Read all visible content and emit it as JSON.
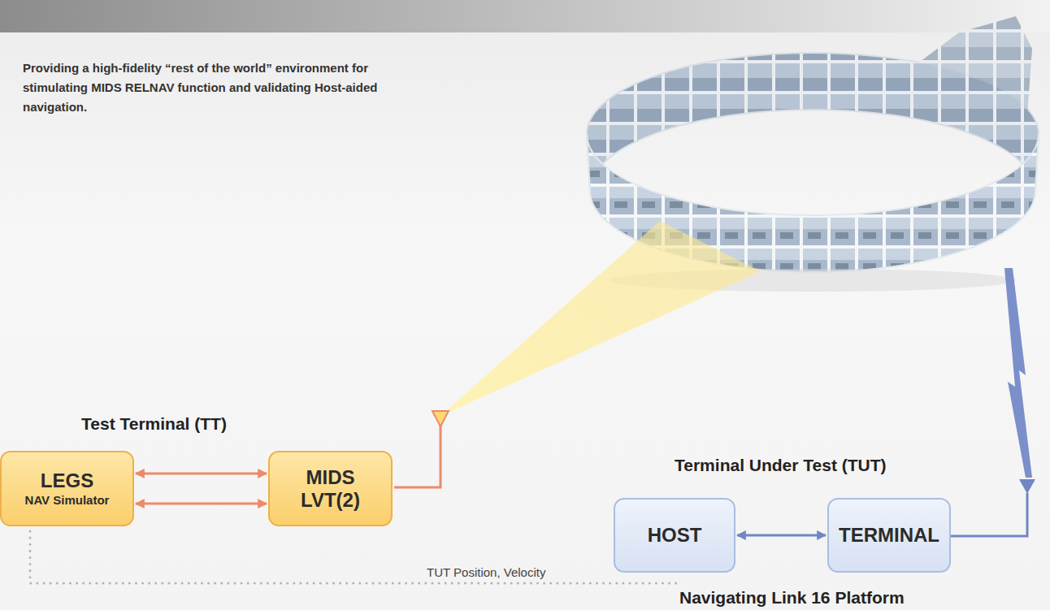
{
  "diagram": {
    "nodes": [
      {
        "text": [
          "LEGS",
          "NAV Simulator"
        ]
      },
      {
        "text": [
          "MIDS LVT(2)"
        ]
      },
      {
        "text": [
          "HOST"
        ]
      },
      {
        "text": [
          "TERMINAL"
        ]
      }
    ],
    "edges": [
      {
        "from": 0,
        "to": 1,
        "arrow": "both"
      },
      {
        "from": 0,
        "to": 1,
        "arrow": "both"
      },
      {
        "from": 2,
        "to": 3,
        "arrow": "both"
      },
      {
        "from": 0,
        "to": 2,
        "label": "TUT Position, Velocity",
        "arrow": "none"
      }
    ],
    "labels": [
      "Providing a high-fidelity “rest of the world” environment for stimulating MIDS RELNAV function and validating Host-aided navigation.",
      "Test Terminal (TT)",
      "Terminal Under Test (TUT)",
      "Navigating Link 16 Platform"
    ]
  }
}
